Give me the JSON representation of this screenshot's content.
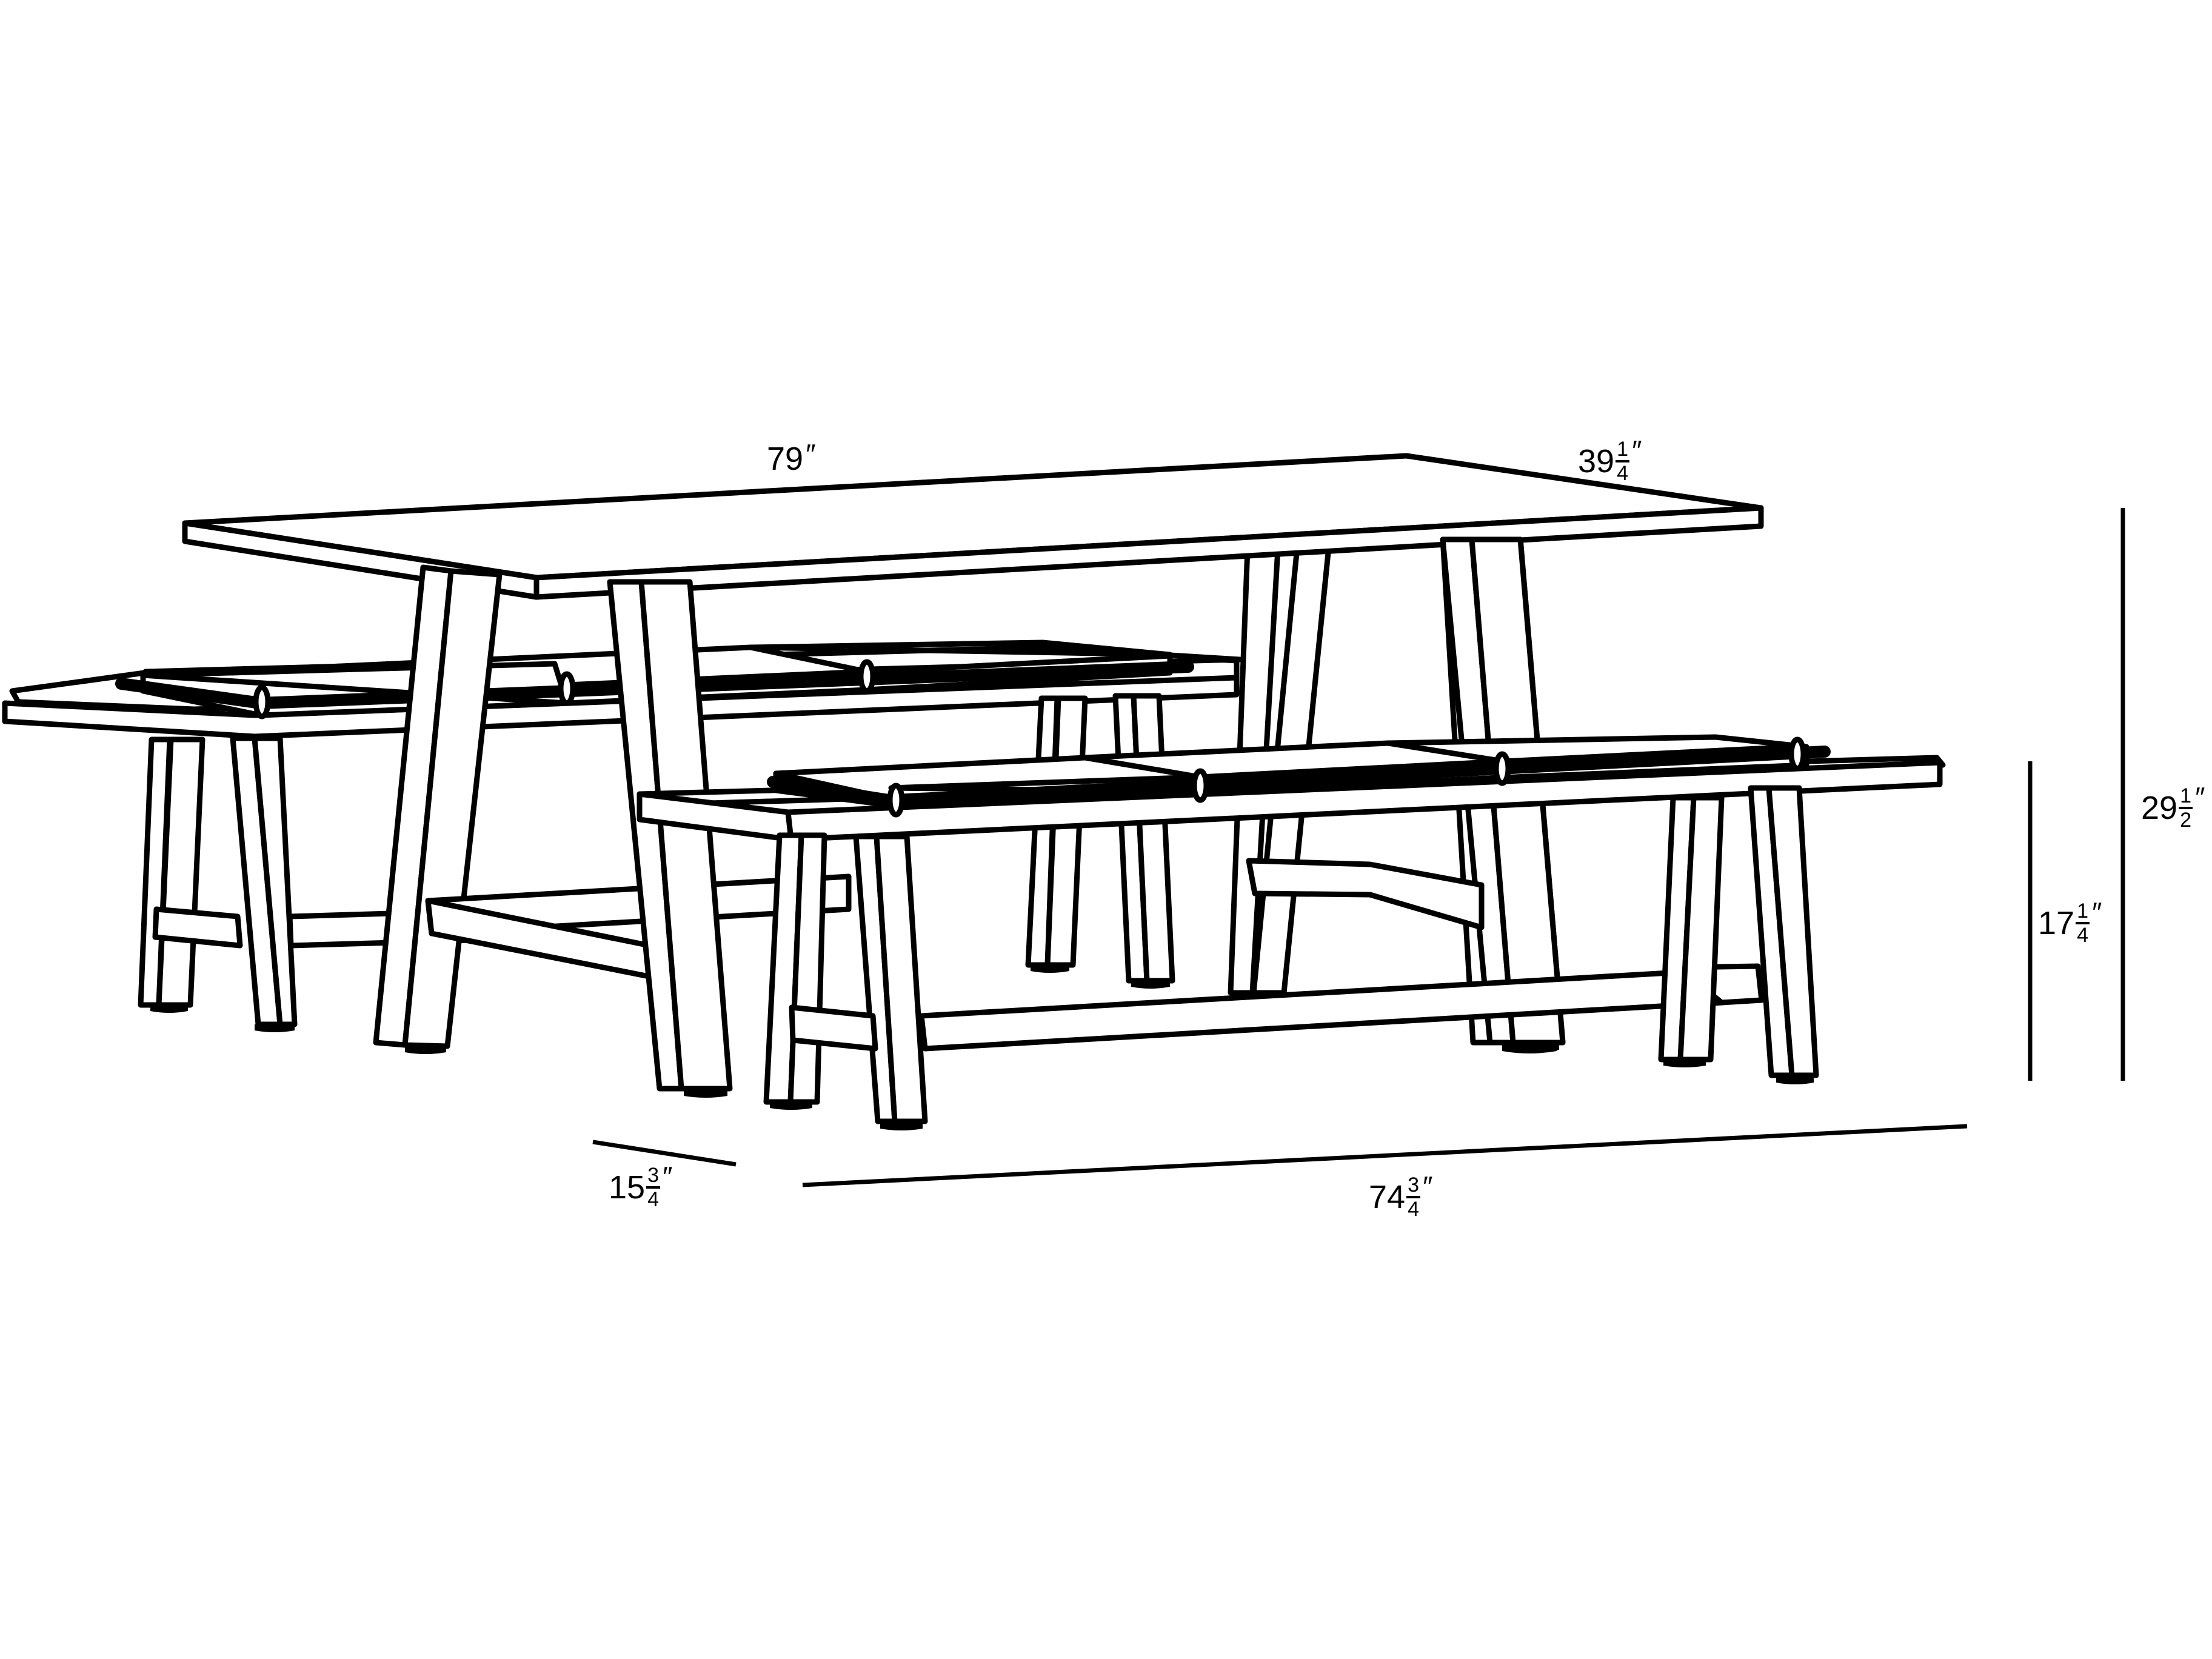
{
  "diagram": {
    "subject": "Dining table with two benches — dimension drawing",
    "line_color": "#000000",
    "background": "#ffffff",
    "dimensions": {
      "table_length": {
        "whole": "79",
        "num": "",
        "den": "",
        "unit": "″",
        "label": "79″"
      },
      "table_depth": {
        "whole": "39",
        "num": "1",
        "den": "4",
        "unit": "″",
        "label": "39 1/4″"
      },
      "table_height": {
        "whole": "29",
        "num": "1",
        "den": "2",
        "unit": "″",
        "label": "29 1/2″"
      },
      "bench_height": {
        "whole": "17",
        "num": "1",
        "den": "4",
        "unit": "″",
        "label": "17 1/4″"
      },
      "bench_depth": {
        "whole": "15",
        "num": "3",
        "den": "4",
        "unit": "″",
        "label": "15 3/4″"
      },
      "bench_length": {
        "whole": "74",
        "num": "3",
        "den": "4",
        "unit": "″",
        "label": "74 3/4″"
      }
    },
    "components": [
      "table",
      "back-bench",
      "front-bench",
      "seat-cushions"
    ]
  }
}
